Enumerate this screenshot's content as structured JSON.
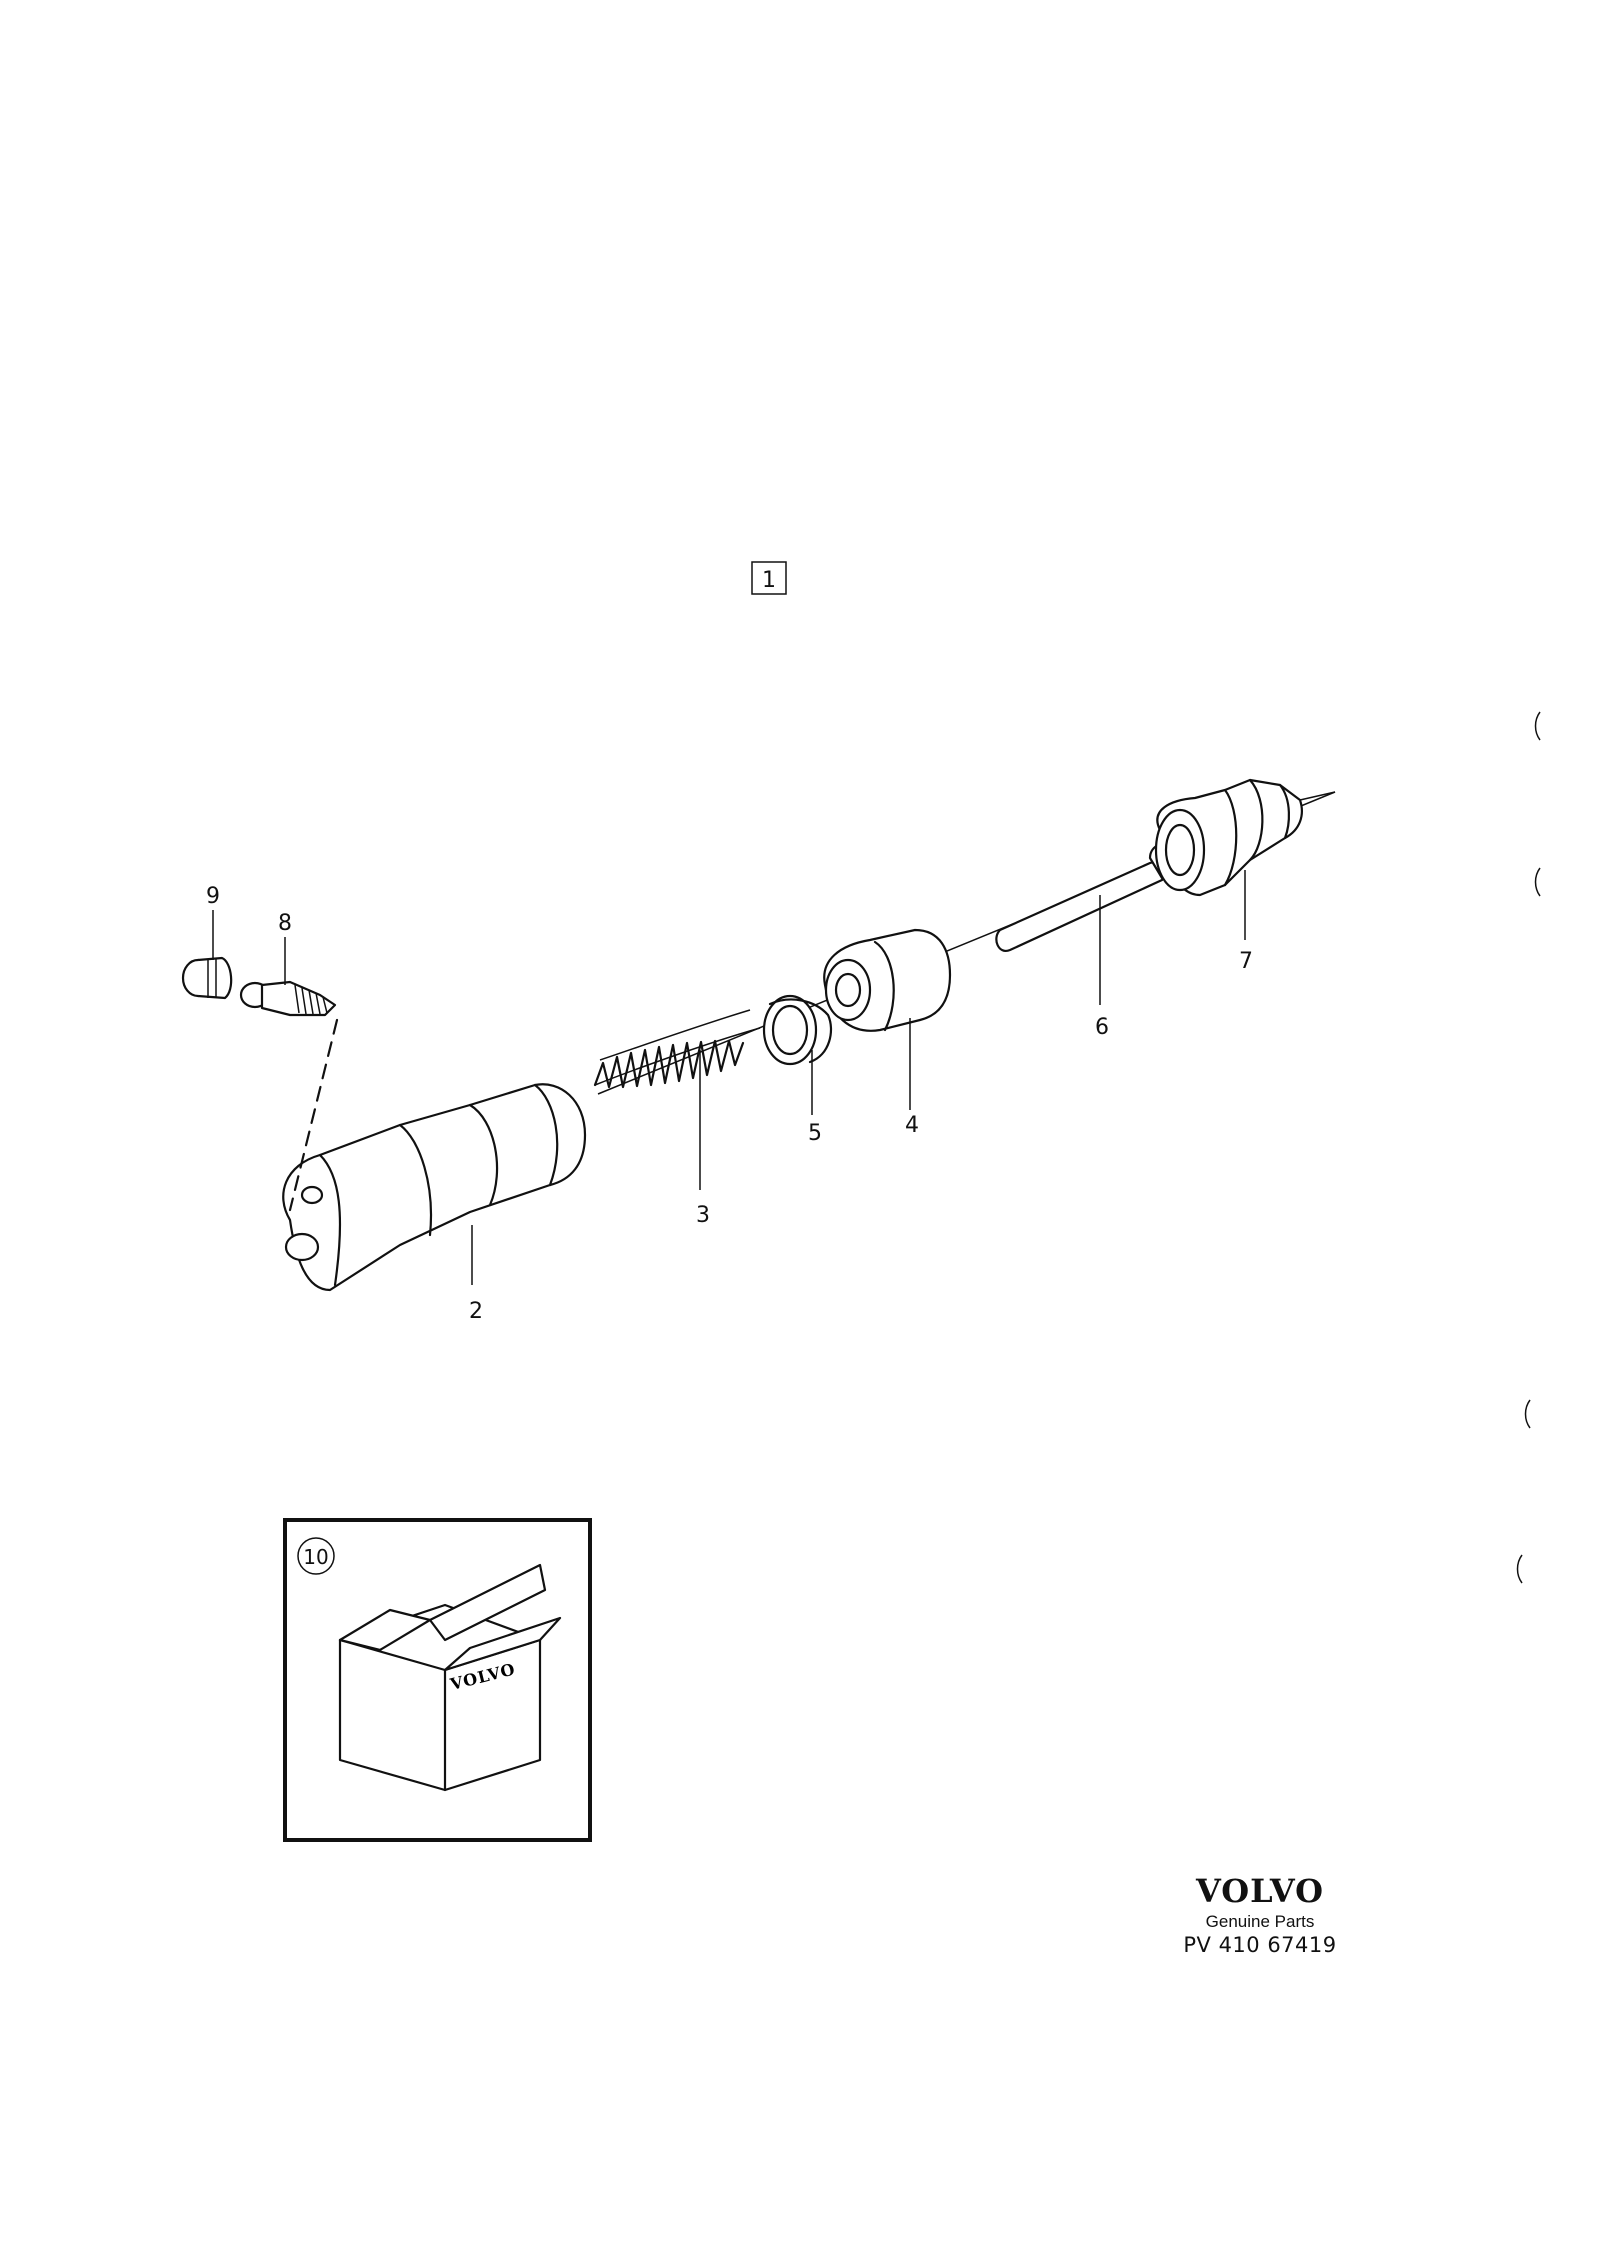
{
  "diagram": {
    "group_label": "1",
    "callouts": [
      "2",
      "3",
      "4",
      "5",
      "6",
      "7",
      "8",
      "9"
    ],
    "kit_label": "10",
    "box_brand": "VOLVO"
  },
  "footer": {
    "brand": "VOLVO",
    "subtitle": "Genuine Parts",
    "reference": "PV 410  67419"
  },
  "icons": [
    "group-number-frame",
    "kit-box-icon"
  ]
}
